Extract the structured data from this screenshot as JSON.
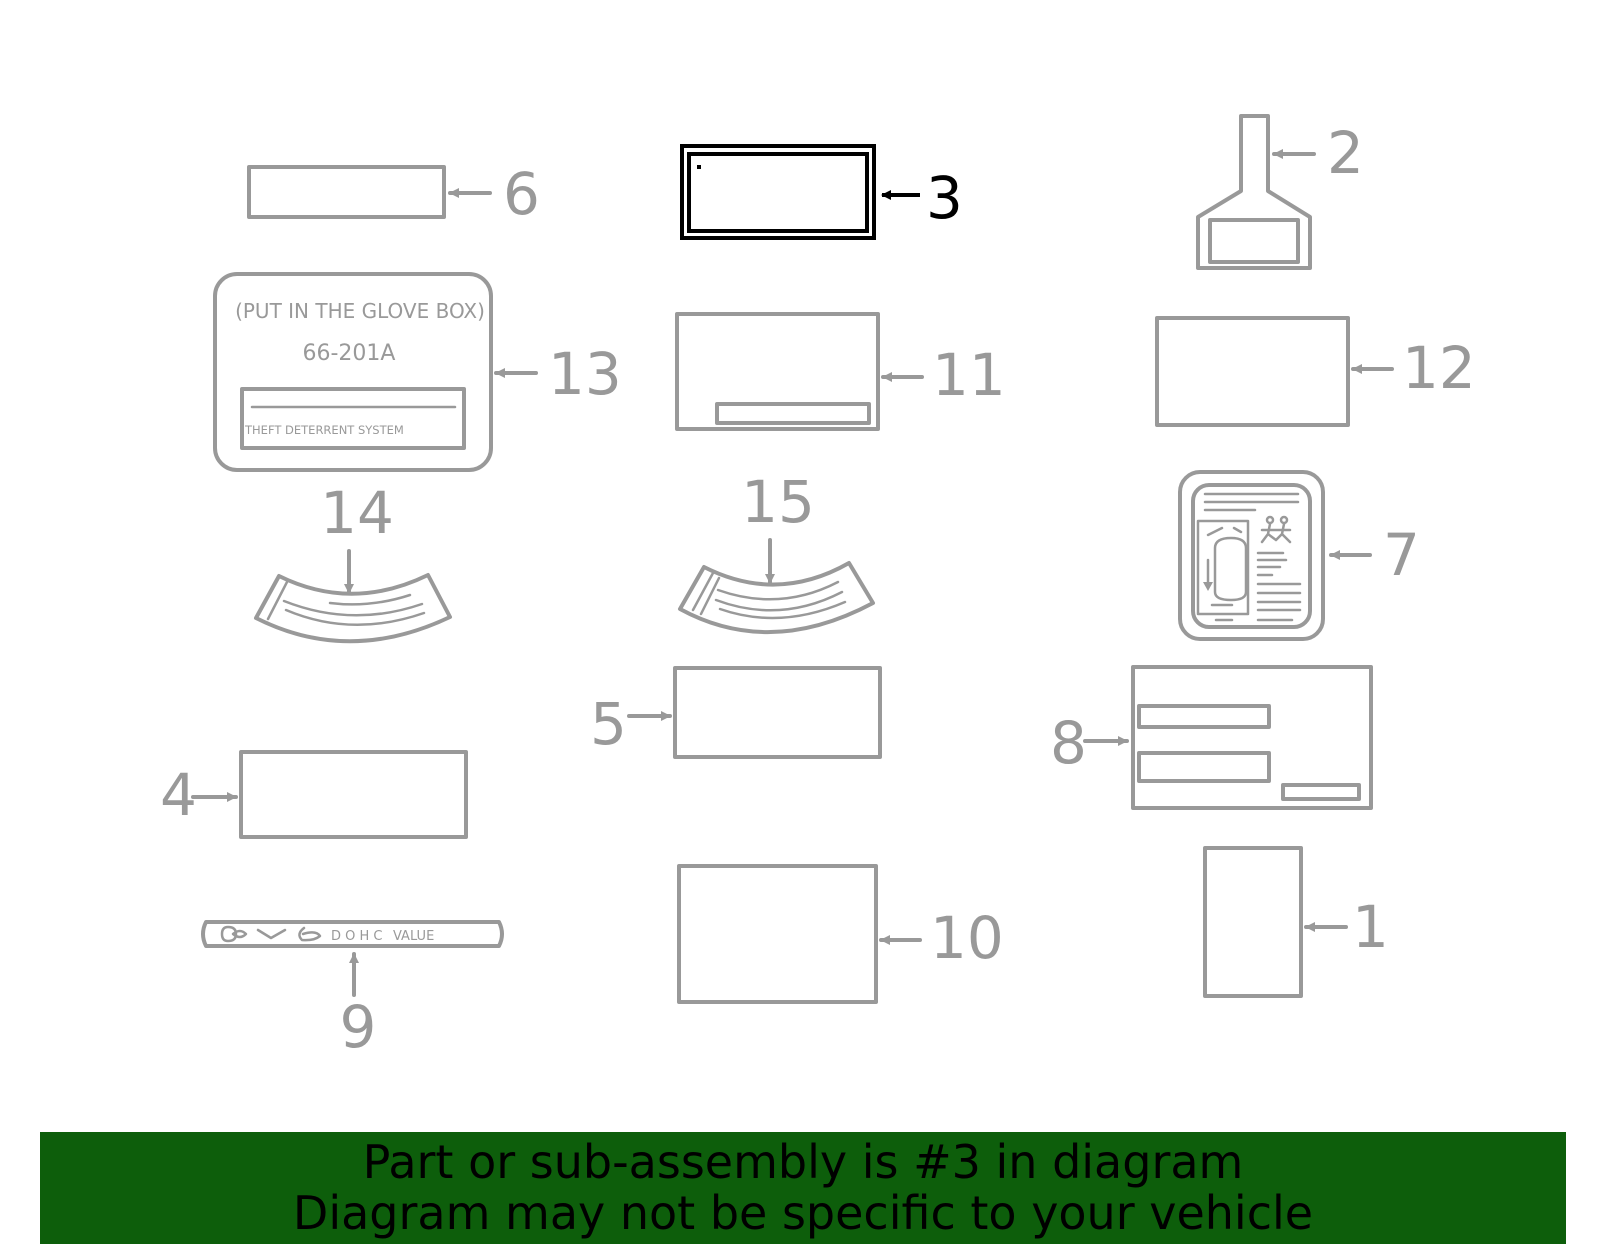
{
  "colors": {
    "part_stroke": "#999999",
    "selected_stroke": "#000000",
    "banner_background": "#0d5e0b",
    "banner_text": "#000000"
  },
  "selected_callout": "3",
  "callouts": {
    "c1": "1",
    "c2": "2",
    "c3": "3",
    "c4": "4",
    "c5": "5",
    "c6": "6",
    "c7": "7",
    "c8": "8",
    "c9": "9",
    "c10": "10",
    "c11": "11",
    "c12": "12",
    "c13": "13",
    "c14": "14",
    "c15": "15"
  },
  "label_texts": {
    "glove_box": "(PUT IN THE GLOVE BOX)",
    "part_code": "66-201A",
    "theft": "THEFT DETERRENT SYSTEM",
    "dohc": "D O H C",
    "value": "VALUE"
  },
  "banner": {
    "line1": "Part or sub-assembly is #3 in diagram",
    "line2": "Diagram may not be specific to your vehicle"
  }
}
